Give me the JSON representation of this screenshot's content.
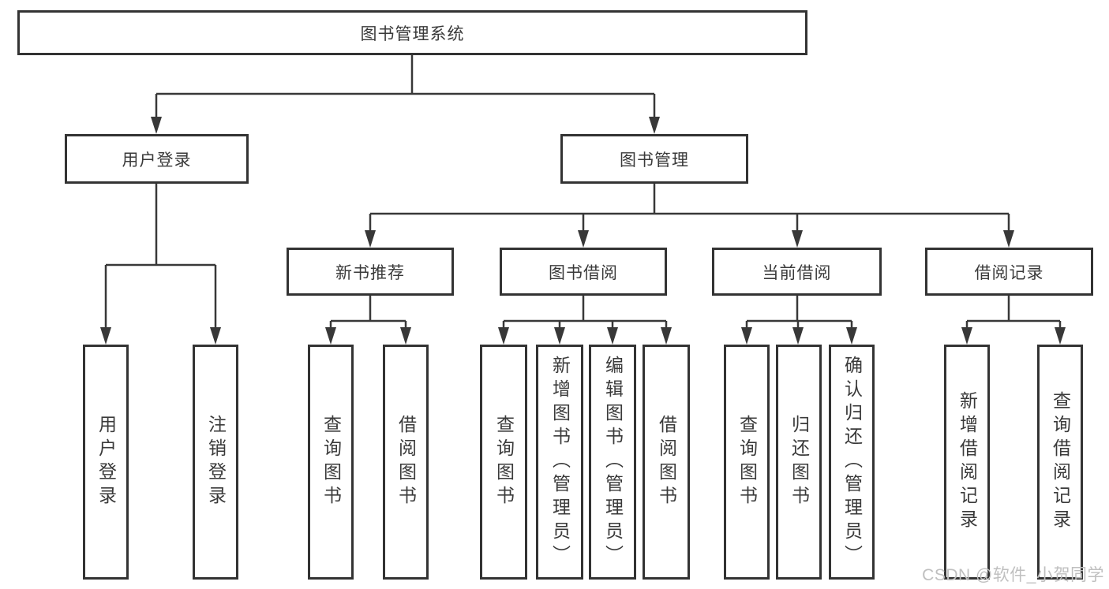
{
  "diagram": {
    "title": "图书管理系统",
    "tree": {
      "root": {
        "label": "图书管理系统",
        "children": [
          {
            "label": "用户登录",
            "children": [
              {
                "label": "用户登录"
              },
              {
                "label": "注销登录"
              }
            ]
          },
          {
            "label": "图书管理",
            "children": [
              {
                "label": "新书推荐",
                "children": [
                  {
                    "label": "查询图书"
                  },
                  {
                    "label": "借阅图书"
                  }
                ]
              },
              {
                "label": "图书借阅",
                "children": [
                  {
                    "label": "查询图书"
                  },
                  {
                    "label": "新增图书（管理员）"
                  },
                  {
                    "label": "编辑图书（管理员）"
                  },
                  {
                    "label": "借阅图书"
                  }
                ]
              },
              {
                "label": "当前借阅",
                "children": [
                  {
                    "label": "查询图书"
                  },
                  {
                    "label": "归还图书"
                  },
                  {
                    "label": "确认归还（管理员）"
                  }
                ]
              },
              {
                "label": "借阅记录",
                "children": [
                  {
                    "label": "新增借阅记录"
                  },
                  {
                    "label": "查询借阅记录"
                  }
                ]
              }
            ]
          }
        ]
      }
    },
    "colors": {
      "line": "#383838",
      "box_border": "#333333",
      "box_fill": "#ffffff",
      "text": "#3a3a3a",
      "watermark": "#bfbfbf",
      "background": "#ffffff"
    }
  },
  "watermark": {
    "text": "CSDN @软件_小贺同学"
  }
}
